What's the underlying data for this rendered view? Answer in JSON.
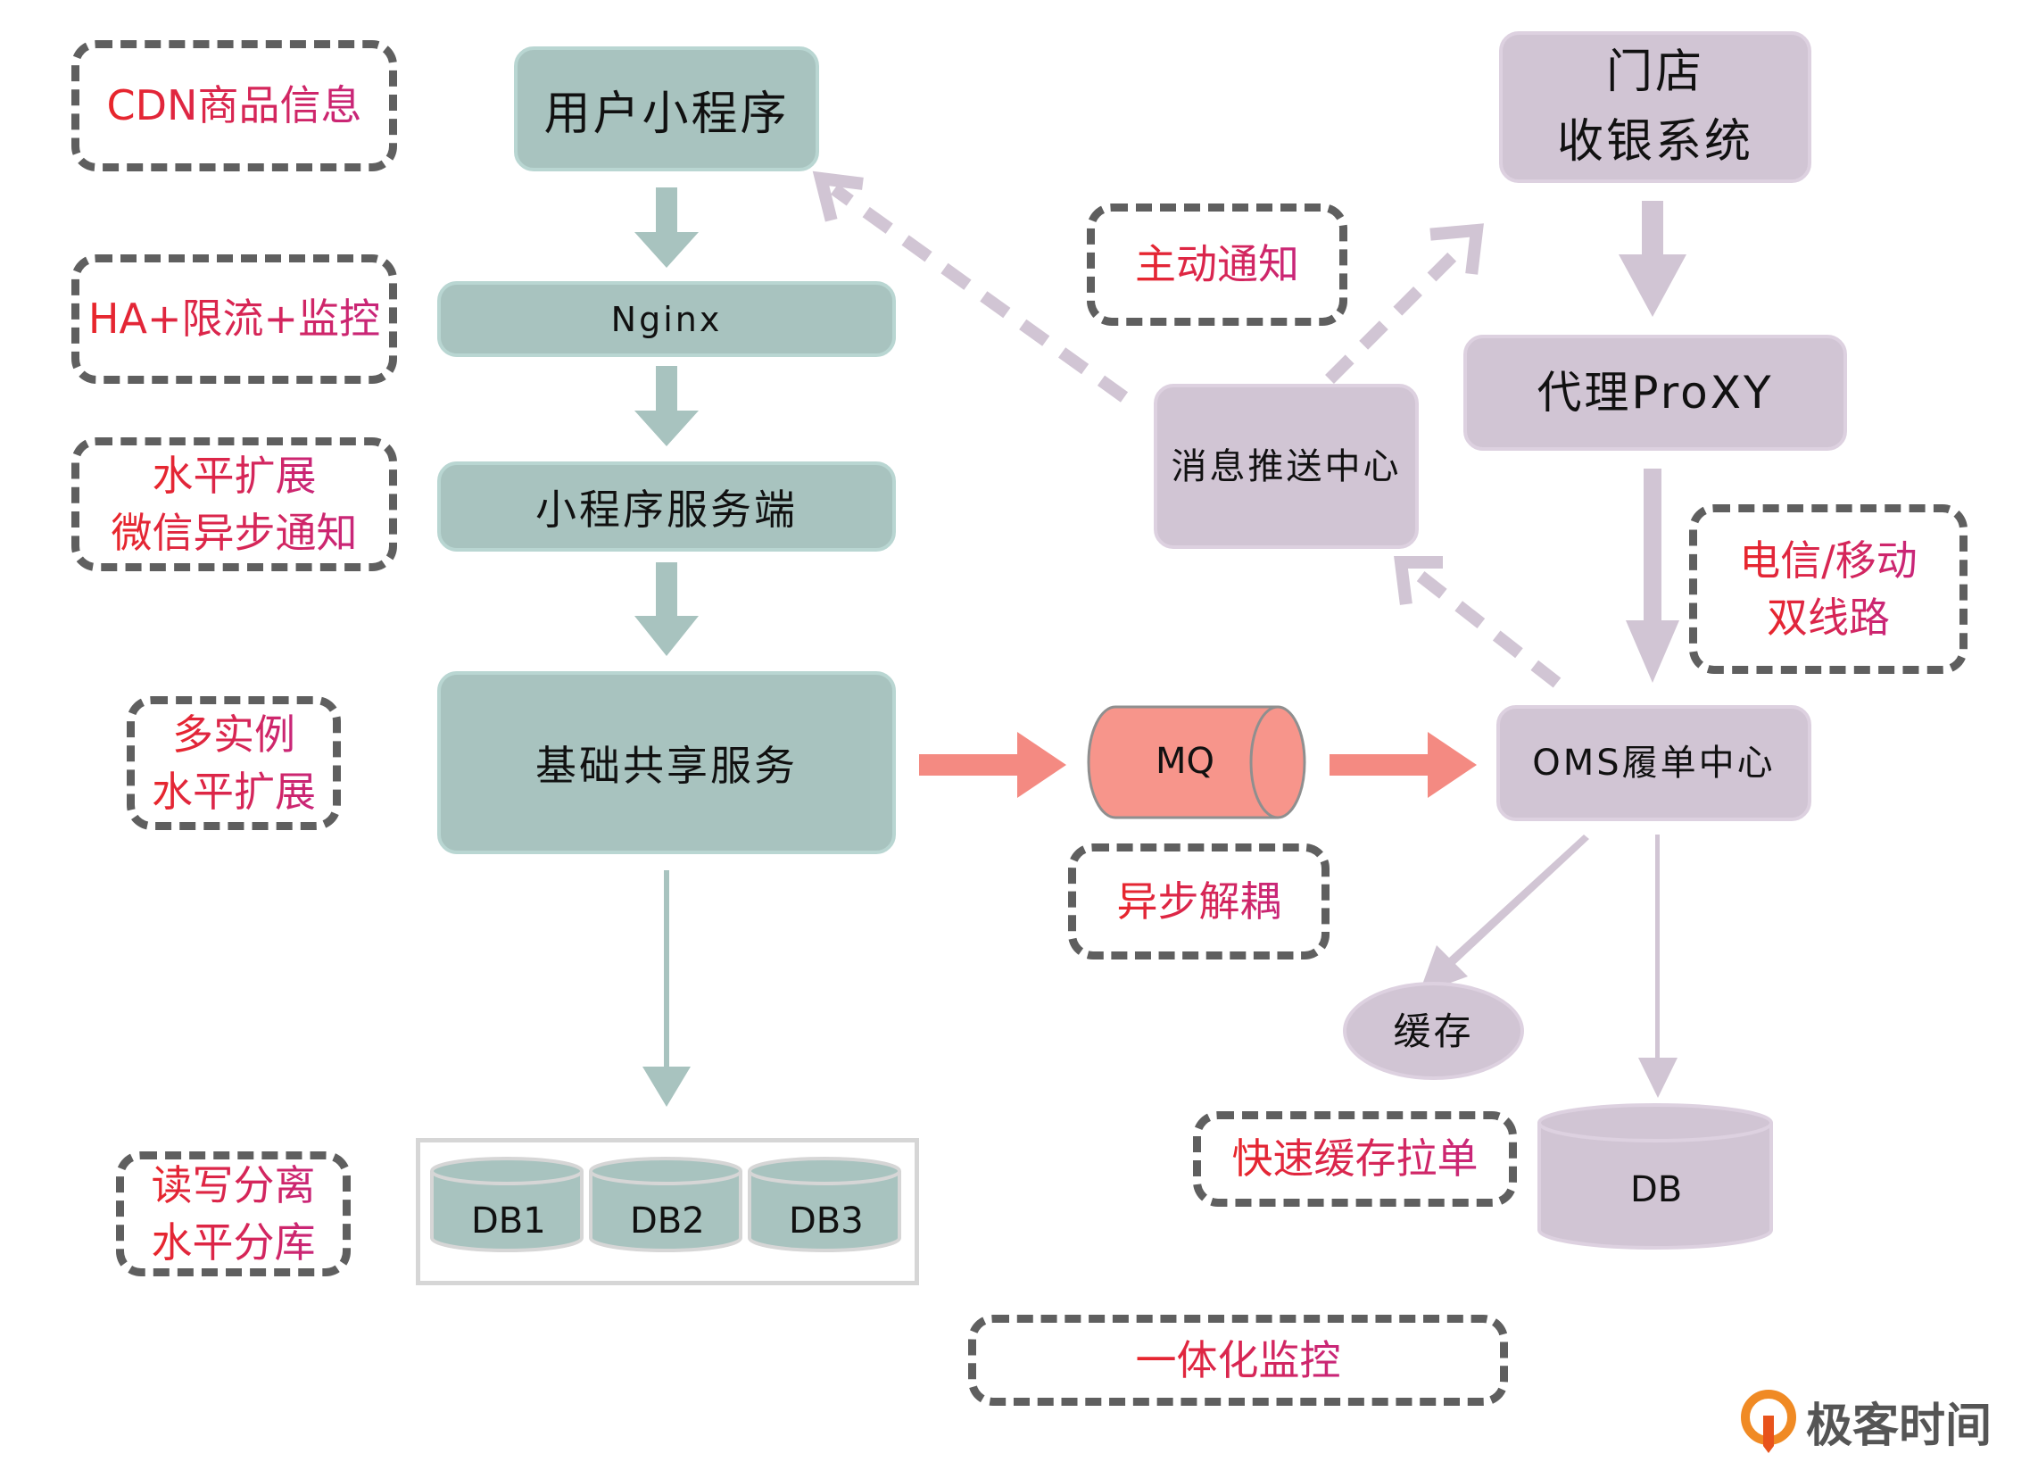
{
  "notes": {
    "cdn": [
      "CDN商品信息"
    ],
    "ha": [
      "HA+限流+监控"
    ],
    "scale_wechat": [
      "水平扩展",
      "微信异步通知"
    ],
    "multi_instance": [
      "多实例",
      "水平扩展"
    ],
    "rw_split": [
      "读写分离",
      "水平分库"
    ],
    "active_notify": [
      "主动通知"
    ],
    "telecom": [
      "电信/移动",
      "双线路"
    ],
    "async_decouple": [
      "异步解耦"
    ],
    "fast_cache": [
      "快速缓存拉单"
    ],
    "monitoring": [
      "一体化监控"
    ]
  },
  "nodes": {
    "user_app": "用户小程序",
    "nginx": "Nginx",
    "app_server": "小程序服务端",
    "shared_service": "基础共享服务",
    "db1": "DB1",
    "db2": "DB2",
    "db3": "DB3",
    "mq": "MQ",
    "oms": "OMS履单中心",
    "pos_line1": "门店",
    "pos_line2": "收银系统",
    "proxy": "代理ProXY",
    "push_center": "消息推送中心",
    "cache": "缓存",
    "db": "DB"
  },
  "colors": {
    "green_node": "#a8c3bf",
    "purple_node": "#d1c5d4",
    "mq": "#f7958b",
    "arrow_red": "#f48a82",
    "note_border": "#5f5f5f",
    "note_text": "#e8262a"
  },
  "logo": {
    "icon": "geektime-logo-icon",
    "text": "极客时间"
  }
}
